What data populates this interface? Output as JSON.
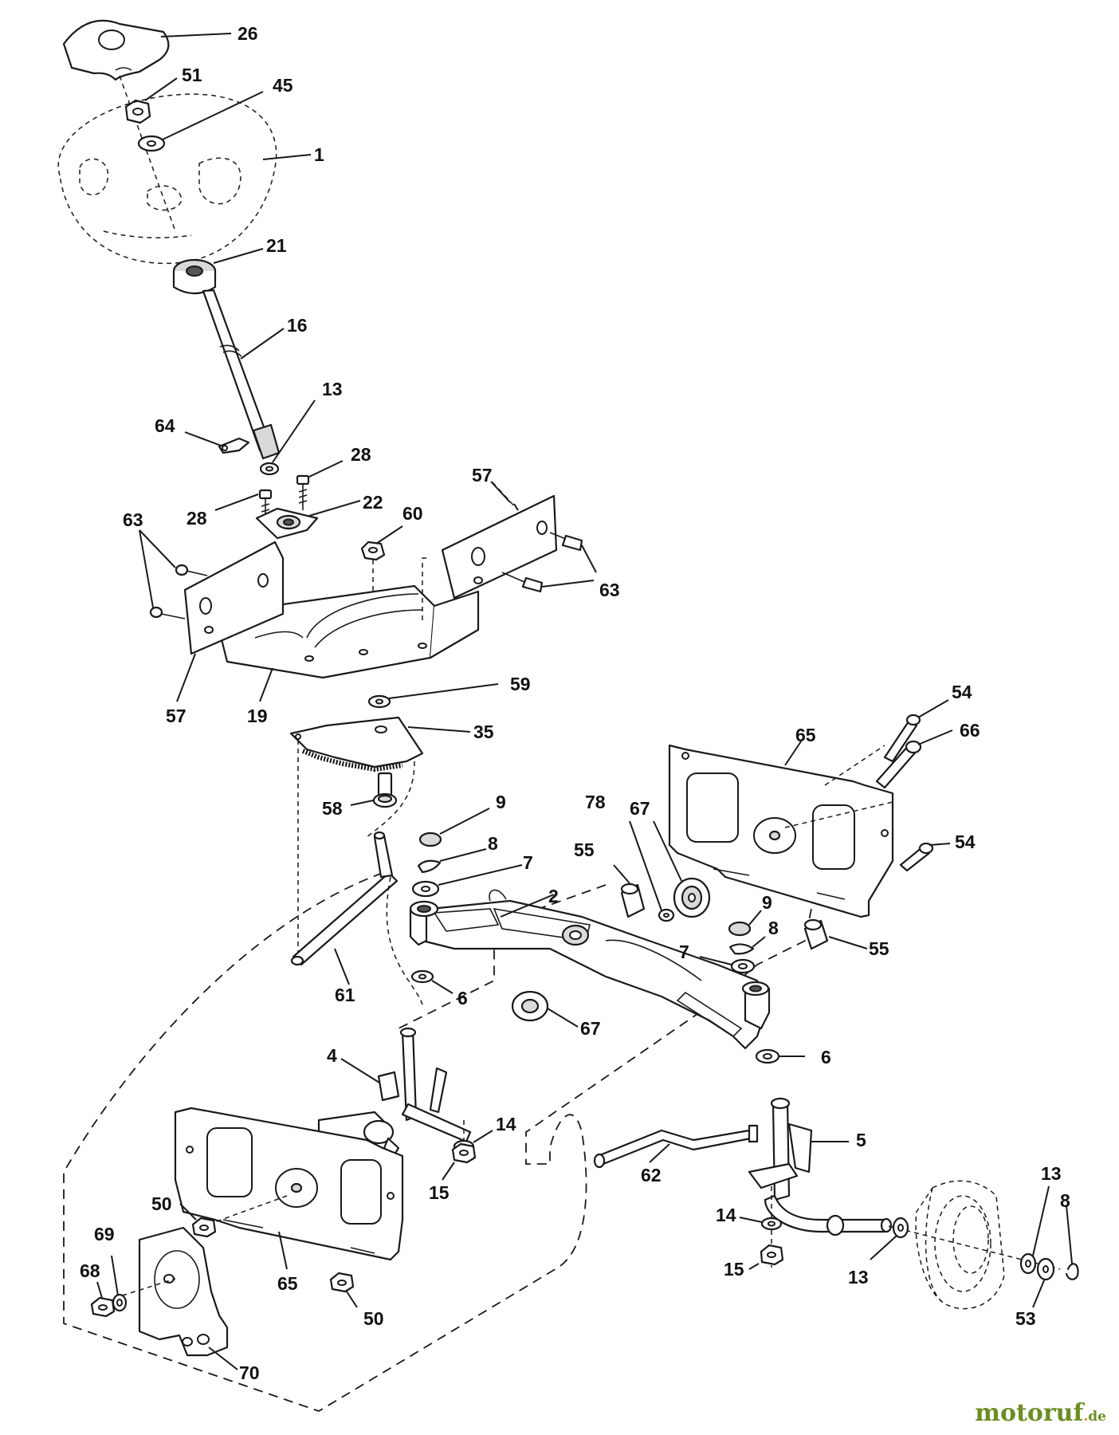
{
  "watermark": {
    "brand": "motoruf",
    "tld": "de"
  },
  "callouts": [
    {
      "id": "c26",
      "text": "26"
    },
    {
      "id": "c51",
      "text": "51"
    },
    {
      "id": "c45",
      "text": "45"
    },
    {
      "id": "c1",
      "text": "1"
    },
    {
      "id": "c21",
      "text": "21"
    },
    {
      "id": "c16",
      "text": "16"
    },
    {
      "id": "c13a",
      "text": "13"
    },
    {
      "id": "c64",
      "text": "64"
    },
    {
      "id": "c28a",
      "text": "28"
    },
    {
      "id": "c28b",
      "text": "28"
    },
    {
      "id": "c22",
      "text": "22"
    },
    {
      "id": "c57a",
      "text": "57"
    },
    {
      "id": "c60",
      "text": "60"
    },
    {
      "id": "c63a",
      "text": "63"
    },
    {
      "id": "c63b",
      "text": "63"
    },
    {
      "id": "c57b",
      "text": "57"
    },
    {
      "id": "c19",
      "text": "19"
    },
    {
      "id": "c59",
      "text": "59"
    },
    {
      "id": "c35",
      "text": "35"
    },
    {
      "id": "c58",
      "text": "58"
    },
    {
      "id": "c54a",
      "text": "54"
    },
    {
      "id": "c65a",
      "text": "65"
    },
    {
      "id": "c66",
      "text": "66"
    },
    {
      "id": "c9a",
      "text": "9"
    },
    {
      "id": "c78",
      "text": "78"
    },
    {
      "id": "c67a",
      "text": "67"
    },
    {
      "id": "c8a",
      "text": "8"
    },
    {
      "id": "c55a",
      "text": "55"
    },
    {
      "id": "c7a",
      "text": "7"
    },
    {
      "id": "c54b",
      "text": "54"
    },
    {
      "id": "c2",
      "text": "2"
    },
    {
      "id": "c9b",
      "text": "9"
    },
    {
      "id": "c8b",
      "text": "8"
    },
    {
      "id": "c55b",
      "text": "55"
    },
    {
      "id": "c7b",
      "text": "7"
    },
    {
      "id": "c61",
      "text": "61"
    },
    {
      "id": "c6a",
      "text": "6"
    },
    {
      "id": "c67b",
      "text": "67"
    },
    {
      "id": "c4",
      "text": "4"
    },
    {
      "id": "c6b",
      "text": "6"
    },
    {
      "id": "c14a",
      "text": "14"
    },
    {
      "id": "c5",
      "text": "5"
    },
    {
      "id": "c62",
      "text": "62"
    },
    {
      "id": "c15a",
      "text": "15"
    },
    {
      "id": "c50a",
      "text": "50"
    },
    {
      "id": "c13b",
      "text": "13"
    },
    {
      "id": "c8c",
      "text": "8"
    },
    {
      "id": "c69",
      "text": "69"
    },
    {
      "id": "c14b",
      "text": "14"
    },
    {
      "id": "c68",
      "text": "68"
    },
    {
      "id": "c65b",
      "text": "65"
    },
    {
      "id": "c15b",
      "text": "15"
    },
    {
      "id": "c13c",
      "text": "13"
    },
    {
      "id": "c50b",
      "text": "50"
    },
    {
      "id": "c53",
      "text": "53"
    },
    {
      "id": "c70",
      "text": "70"
    }
  ]
}
